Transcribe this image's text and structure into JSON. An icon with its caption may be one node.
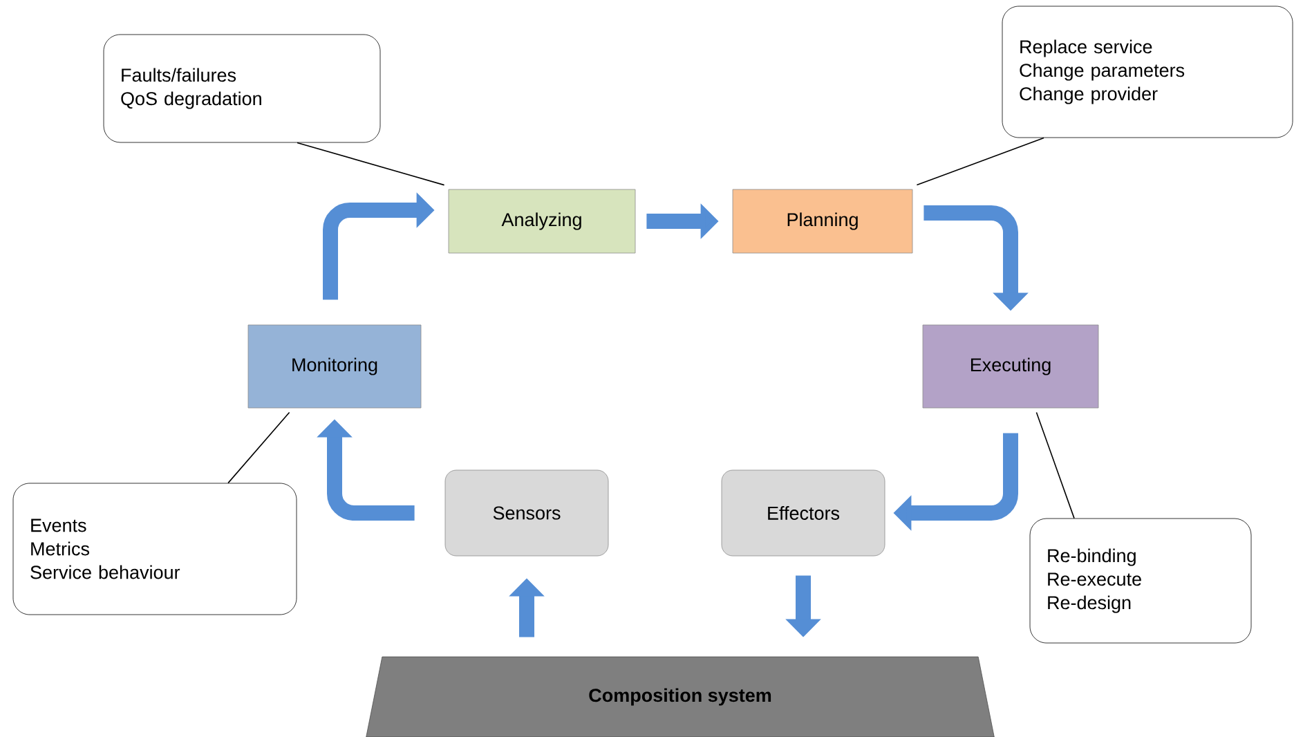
{
  "diagram": {
    "nodes": [
      {
        "text": [
          "Analyzing"
        ]
      },
      {
        "text": [
          "Planning"
        ]
      },
      {
        "text": [
          "Executing"
        ]
      },
      {
        "text": [
          "Monitoring"
        ]
      },
      {
        "text": [
          "Sensors"
        ]
      },
      {
        "text": [
          "Effectors"
        ]
      },
      {
        "text": [
          "Composition system"
        ]
      },
      {
        "text": [
          "Faults/failures",
          "QoS degradation"
        ]
      },
      {
        "text": [
          "Replace service",
          "Change parameters",
          "Change provider"
        ]
      },
      {
        "text": [
          "Events",
          "Metrics",
          "Service behaviour"
        ]
      },
      {
        "text": [
          "Re-binding",
          "Re-execute",
          "Re-design"
        ]
      }
    ],
    "edges": [
      {
        "from": 3,
        "to": 0,
        "arrow": "to"
      },
      {
        "from": 0,
        "to": 1,
        "arrow": "to"
      },
      {
        "from": 1,
        "to": 2,
        "arrow": "to"
      },
      {
        "from": 2,
        "to": 5,
        "arrow": "to"
      },
      {
        "from": 4,
        "to": 3,
        "arrow": "to"
      },
      {
        "from": 6,
        "to": 4,
        "arrow": "to"
      },
      {
        "from": 5,
        "to": 6,
        "arrow": "to"
      },
      {
        "from": 7,
        "to": 0,
        "arrow": "none",
        "color": "#000000"
      },
      {
        "from": 8,
        "to": 1,
        "arrow": "none",
        "color": "#000000"
      },
      {
        "from": 9,
        "to": 3,
        "arrow": "none",
        "color": "#000000"
      },
      {
        "from": 10,
        "to": 2,
        "arrow": "none",
        "color": "#000000"
      }
    ]
  }
}
